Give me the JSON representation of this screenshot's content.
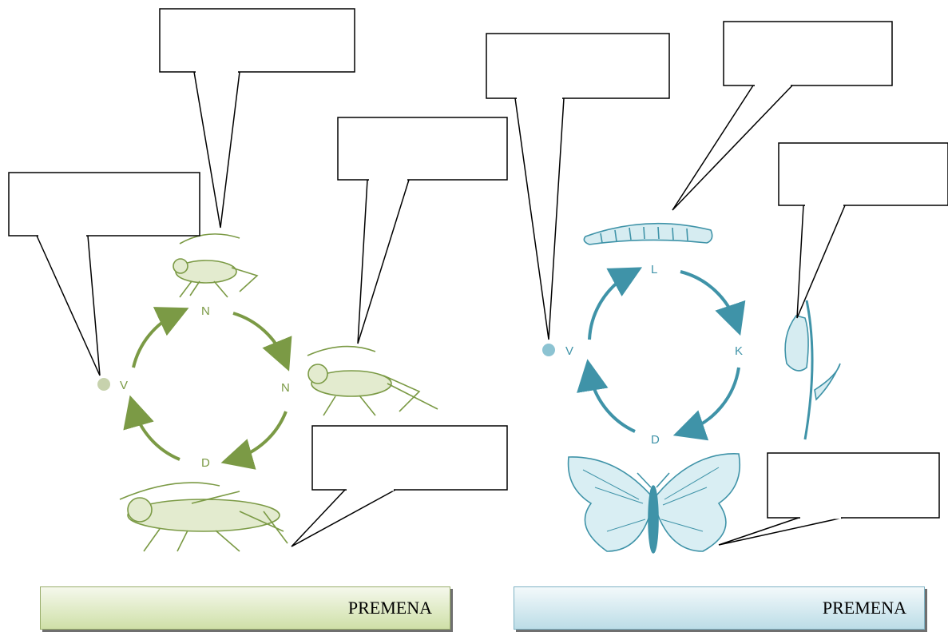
{
  "colors": {
    "grasshopper": "#7b9a45",
    "butterfly": "#3f93a8",
    "egg_left": "#c7d2ad",
    "egg_right": "#8cc3d2"
  },
  "left_cycle": {
    "stage_labels": {
      "egg": "V",
      "nymph_top": "N",
      "nymph_right": "N",
      "adult": "D"
    },
    "footer": "PREMENA"
  },
  "right_cycle": {
    "stage_labels": {
      "egg": "V",
      "larva": "L",
      "pupa": "K",
      "adult": "D"
    },
    "footer": "PREMENA"
  },
  "callouts": [
    "",
    "",
    "",
    "",
    "",
    "",
    "",
    "",
    ""
  ]
}
